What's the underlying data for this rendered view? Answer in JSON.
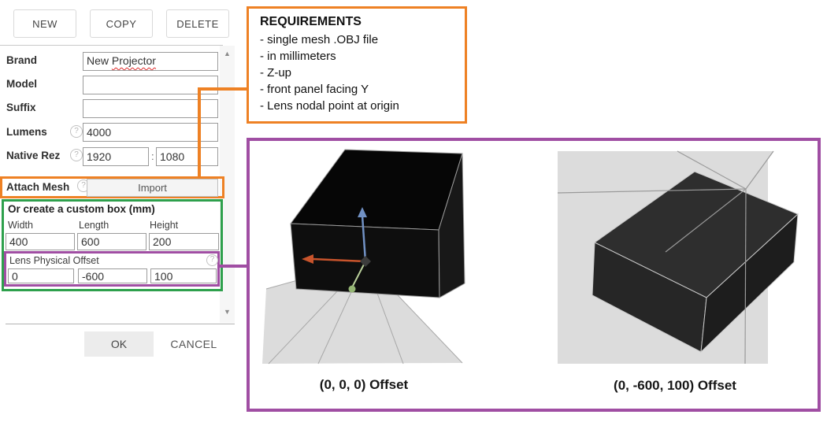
{
  "icons": {
    "help": "?",
    "scroll_up": "▲",
    "scroll_down": "▼"
  },
  "colors": {
    "callout_orange": "#ee8124",
    "callout_green": "#2ea04c",
    "callout_purple": "#a04ea3",
    "axis_x_orange": "#c8542c",
    "axis_y_green": "#94b573",
    "axis_z_blue": "#7191c4"
  },
  "toolbar": {
    "new_label": "NEW",
    "copy_label": "COPY",
    "delete_label": "DELETE"
  },
  "form": {
    "brand_label": "Brand",
    "brand_value_head": "New ",
    "brand_value_misspelled": "Projector",
    "model_label": "Model",
    "model_value": "",
    "suffix_label": "Suffix",
    "suffix_value": "",
    "lumens_label": "Lumens",
    "lumens_value": "4000",
    "native_rez_label": "Native Rez",
    "native_rez_h": "1920",
    "native_rez_separator": ":",
    "native_rez_v": "1080",
    "attach_mesh_label": "Attach Mesh",
    "import_label": "Import",
    "custom_box_title": "Or create a custom box (mm)",
    "width_label": "Width",
    "length_label": "Length",
    "height_label": "Height",
    "width_value": "400",
    "length_value": "600",
    "height_value": "200",
    "lens_offset_label": "Lens Physical Offset",
    "lens_offset_x": "0",
    "lens_offset_y": "-600",
    "lens_offset_z": "100",
    "ok_label": "OK",
    "cancel_label": "CANCEL"
  },
  "requirements": {
    "title": "REQUIREMENTS",
    "items": [
      "- single mesh .OBJ file",
      "- in millimeters",
      "- Z-up",
      "- front panel facing Y",
      "- Lens nodal point at origin"
    ]
  },
  "preview": {
    "left_caption": "(0, 0, 0) Offset",
    "right_caption": "(0, -600, 100) Offset"
  }
}
